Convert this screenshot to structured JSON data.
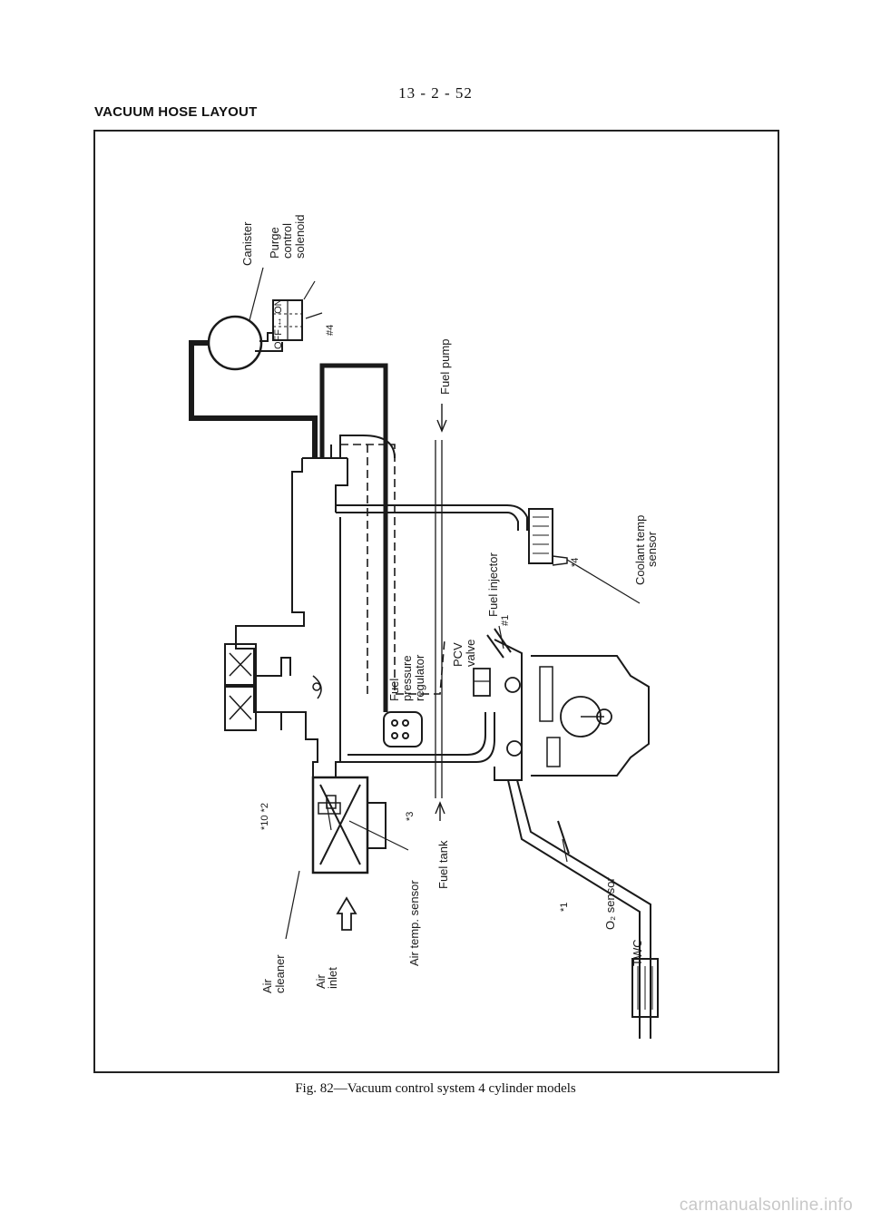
{
  "page": {
    "number": "13 - 2 - 52",
    "heading": "VACUUM HOSE LAYOUT",
    "caption": "Fig. 82—Vacuum control system 4 cylinder models",
    "watermark": "carmanualsonline.info"
  },
  "diagram": {
    "labels": {
      "canister": "Canister",
      "off_on": "OFF ↔ ON",
      "purge_1": "Purge",
      "purge_2": "control",
      "purge_3": "solenoid",
      "ref4_top": "#4",
      "fuel_pump": "Fuel pump",
      "fuel_injector": "Fuel injector",
      "ref1_injector": "#1",
      "coolant_1": "Coolant temp",
      "coolant_2": "sensor",
      "ref4_coolant": "*4",
      "fuel_pressure_1": "Fuel",
      "fuel_pressure_2": "pressure",
      "fuel_pressure_3": "regulator",
      "pcv_1": "PCV",
      "pcv_2": "valve",
      "ref10_2": "*10  *2",
      "ref3": "*3",
      "air_cleaner_1": "Air",
      "air_cleaner_2": "cleaner",
      "air_inlet_1": "Air",
      "air_inlet_2": "inlet",
      "air_temp_sensor": "Air temp. sensor",
      "fuel_tank": "Fuel tank",
      "ref1_o2": "*1",
      "o2_sensor": "O₂ sensor",
      "twc": "TWC"
    }
  }
}
